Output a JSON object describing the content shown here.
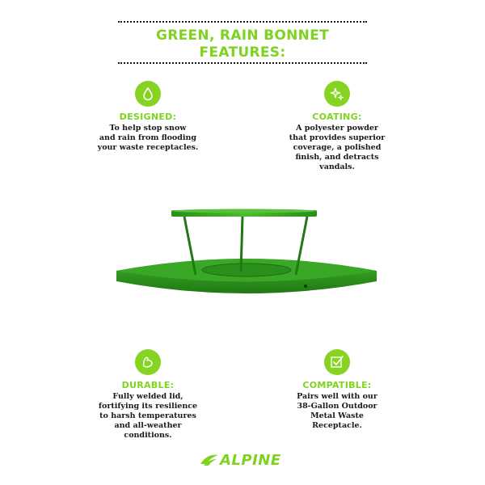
{
  "title": {
    "line1": "GREEN, RAIN BONNET",
    "line2": "FEATURES:"
  },
  "features": {
    "designed": {
      "heading": "DESIGNED:",
      "lines": [
        "To help stop snow",
        "and rain from flooding",
        "your waste receptacles."
      ],
      "icon": "water-drop-icon"
    },
    "coating": {
      "heading": "COATING:",
      "lines": [
        "A polyester powder",
        "that provides superior",
        "coverage, a polished",
        "finish, and detracts",
        "vandals."
      ],
      "icon": "sparkle-icon"
    },
    "durable": {
      "heading": "DURABLE:",
      "lines": [
        "Fully welded lid,",
        "fortifying its resilience",
        "to harsh temperatures",
        "and all-weather",
        "conditions."
      ],
      "icon": "flexed-arm-icon"
    },
    "compatible": {
      "heading": "COMPATIBLE:",
      "lines": [
        "Pairs well with our",
        "38-Gallon Outdoor",
        "Metal Waste",
        "Receptacle."
      ],
      "icon": "checkbox-icon"
    }
  },
  "logo": {
    "text": "ALPINE"
  },
  "colors": {
    "accent": "#7ed321",
    "product_green": "#2f9a1c",
    "text": "#1a1a1a"
  }
}
